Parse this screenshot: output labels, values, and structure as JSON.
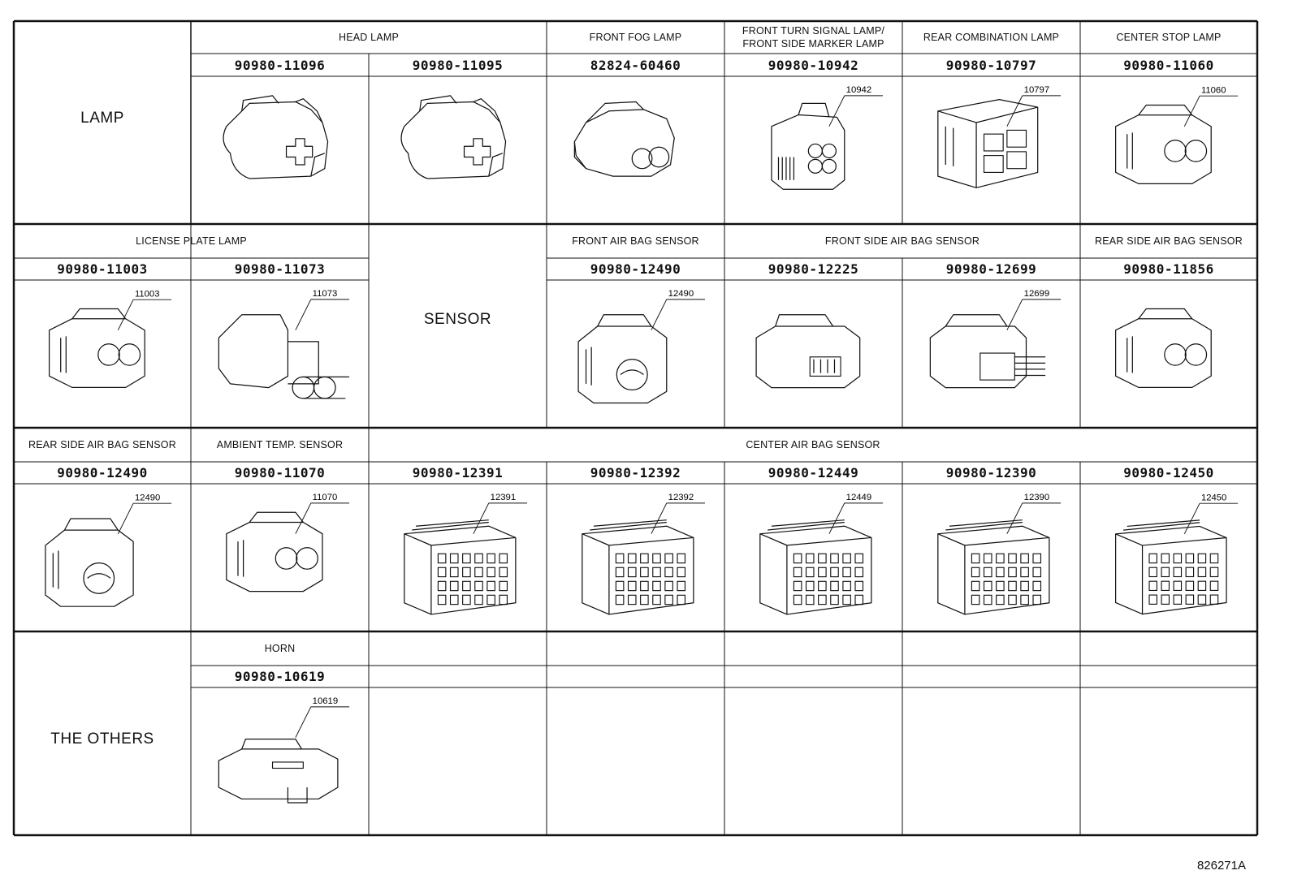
{
  "categories": {
    "lamp": "LAMP",
    "sensor": "SENSOR",
    "others": "THE OTHERS"
  },
  "connectors": [
    {
      "id": "c1",
      "label": "HEAD LAMP",
      "part": "90980-11096",
      "callout": "",
      "icon": "headlamp-connector-icon"
    },
    {
      "id": "c2",
      "label": "",
      "part": "90980-11095",
      "callout": "",
      "icon": "headlamp-connector-icon"
    },
    {
      "id": "c3",
      "label": "FRONT FOG LAMP",
      "part": "82824-60460",
      "callout": "",
      "icon": "fog-lamp-connector-icon"
    },
    {
      "id": "c4",
      "label": "FRONT TURN SIGNAL LAMP/\nFRONT SIDE MARKER LAMP",
      "part": "90980-10942",
      "callout": "10942",
      "icon": "four-pin-connector-icon"
    },
    {
      "id": "c5",
      "label": "REAR COMBINATION LAMP",
      "part": "90980-10797",
      "callout": "10797",
      "icon": "multi-pin-connector-icon"
    },
    {
      "id": "c6",
      "label": "CENTER STOP LAMP",
      "part": "90980-11060",
      "callout": "11060",
      "icon": "two-pin-connector-icon"
    },
    {
      "id": "c7",
      "label": "LICENSE PLATE LAMP",
      "part": "90980-11003",
      "callout": "11003",
      "icon": "two-pin-connector-icon"
    },
    {
      "id": "c8",
      "label": "",
      "part": "90980-11073",
      "callout": "11073",
      "icon": "two-pin-plug-icon"
    },
    {
      "id": "c9",
      "label": "FRONT AIR BAG SENSOR",
      "part": "90980-12490",
      "callout": "12490",
      "icon": "airbag-sensor-connector-icon"
    },
    {
      "id": "c10",
      "label": "FRONT SIDE AIR BAG SENSOR",
      "part": "90980-12225",
      "callout": "",
      "icon": "flat-connector-icon"
    },
    {
      "id": "c11",
      "label": "",
      "part": "90980-12699",
      "callout": "12699",
      "icon": "wired-connector-icon"
    },
    {
      "id": "c12",
      "label": "REAR SIDE AIR BAG SENSOR",
      "part": "90980-11856",
      "callout": "",
      "icon": "two-pin-connector-icon"
    },
    {
      "id": "c13",
      "label": "REAR SIDE AIR BAG SENSOR",
      "part": "90980-12490",
      "callout": "12490",
      "icon": "airbag-sensor-connector-icon"
    },
    {
      "id": "c14",
      "label": "AMBIENT TEMP. SENSOR",
      "part": "90980-11070",
      "callout": "11070",
      "icon": "two-pin-connector-icon"
    },
    {
      "id": "c15",
      "label": "CENTER AIR BAG SENSOR",
      "part": "90980-12391",
      "callout": "12391",
      "icon": "block-connector-icon"
    },
    {
      "id": "c16",
      "label": "",
      "part": "90980-12392",
      "callout": "12392",
      "icon": "block-connector-icon"
    },
    {
      "id": "c17",
      "label": "",
      "part": "90980-12449",
      "callout": "12449",
      "icon": "block-connector-icon"
    },
    {
      "id": "c18",
      "label": "",
      "part": "90980-12390",
      "callout": "12390",
      "icon": "block-connector-icon"
    },
    {
      "id": "c19",
      "label": "",
      "part": "90980-12450",
      "callout": "12450",
      "icon": "block-connector-icon"
    },
    {
      "id": "c20",
      "label": "HORN",
      "part": "90980-10619",
      "callout": "10619",
      "icon": "horn-connector-icon"
    }
  ],
  "drawing_id": "826271A"
}
